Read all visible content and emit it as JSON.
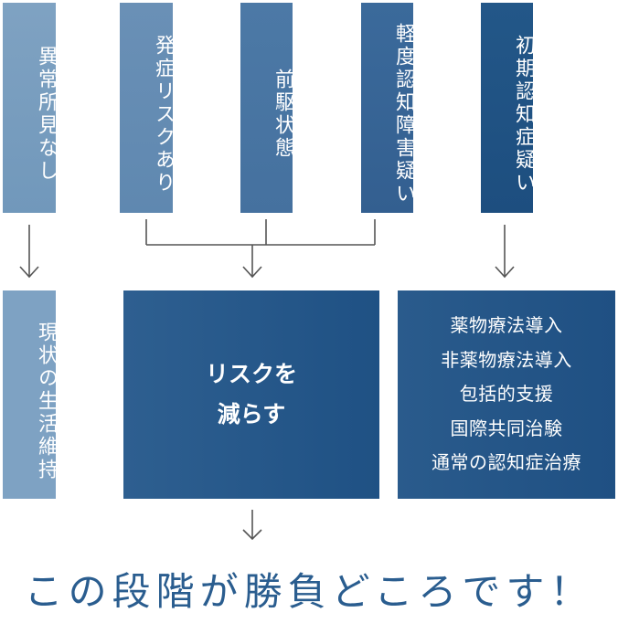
{
  "stages": [
    {
      "label": "異常所見なし"
    },
    {
      "label": "発症リスクあり"
    },
    {
      "label": "前駆状態"
    },
    {
      "label": "軽度認知障害疑い"
    },
    {
      "label": "初期認知症疑い"
    }
  ],
  "outcomes": {
    "left": {
      "label": "現状の生活維持"
    },
    "middle": {
      "line1": "リスクを",
      "line2": "減らす"
    },
    "right": {
      "items": [
        "薬物療法導入",
        "非薬物療法導入",
        "包括的支援",
        "国際共同治験",
        "通常の認知症治療"
      ]
    }
  },
  "tagline": "この段階が勝負どころです！",
  "colors": {
    "accent_dark": "#1f5083",
    "accent_light": "#7fa2c2",
    "tagline": "#2a5d8f"
  }
}
